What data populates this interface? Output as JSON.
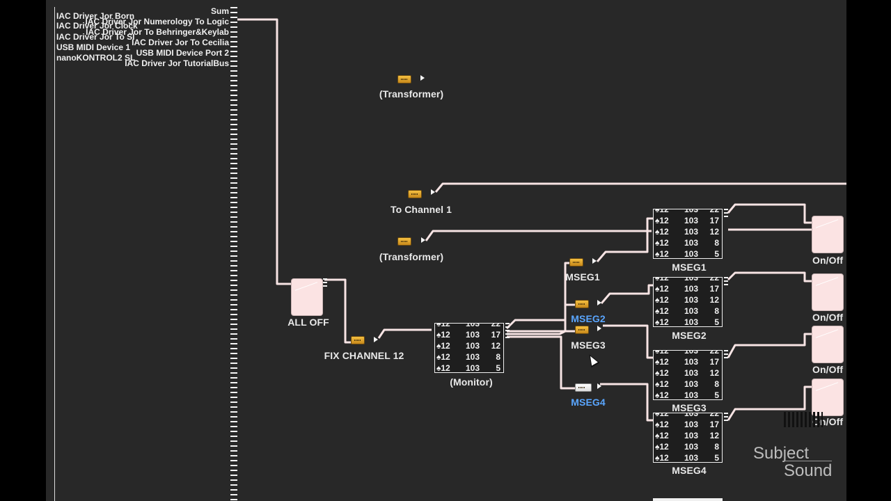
{
  "ports": {
    "sources": [
      "IAC Driver Jor Born",
      "IAC Driver Jor Clock",
      "IAC Driver Jor To SI",
      "USB MIDI Device 1",
      "nanoKONTROL2 SL"
    ],
    "destinations": [
      "Sum",
      "IAC Driver Jor Numerology To Logic",
      "IAC Driver Jor To Behringer&Keylab",
      "IAC Driver Jor To Cecilia",
      "USB MIDI Device Port 2",
      "IAC Driver Jor TutorialBus"
    ]
  },
  "labels": {
    "transformer_top": "(Transformer)",
    "to_channel_1": "To Channel 1",
    "transformer_mid": "(Transformer)",
    "all_off": "ALL OFF",
    "fix_channel_12": "FIX CHANNEL 12",
    "monitor": "(Monitor)",
    "mseg1_knob": "MSEG1",
    "mseg2_knob": "MSEG2",
    "mseg3_knob": "MSEG3",
    "mseg4_knob": "MSEG4",
    "mseg1_box": "MSEG1",
    "mseg2_box": "MSEG2",
    "mseg3_box": "MSEG3",
    "mseg4_box": "MSEG4",
    "onoff1": "On/Off",
    "onoff2": "On/Off",
    "onoff3": "On/Off",
    "onoff4": "On/Off"
  },
  "monitor_rows": [
    [
      "12",
      "103",
      "22"
    ],
    [
      "12",
      "103",
      "17"
    ],
    [
      "12",
      "103",
      "12"
    ],
    [
      "12",
      "103",
      "8"
    ],
    [
      "12",
      "103",
      "5"
    ]
  ],
  "logo": {
    "word1": "Subject",
    "word2": "Sound"
  },
  "colors": {
    "background": "#282828",
    "cable": "#f7e4e4",
    "knob": "#e0a22a",
    "selected": "#5aa6ff"
  }
}
